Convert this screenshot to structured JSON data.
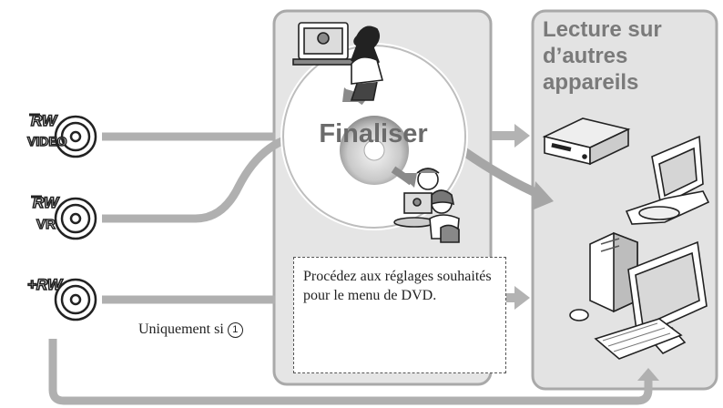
{
  "discs": [
    {
      "name": "dvd-rw-video",
      "top_text": "RW",
      "bottom_text": "VIDEO"
    },
    {
      "name": "dvd-rw-vr",
      "top_text": "RW",
      "bottom_text": "VR"
    },
    {
      "name": "dvd-plus-rw",
      "top_text": "+RW",
      "bottom_text": ""
    }
  ],
  "center": {
    "disc_label": "Finaliser",
    "note": "Procédez aux réglages souhaités pour le menu de DVD."
  },
  "playback": {
    "title_line1": "Lecture sur",
    "title_line2": "d’autres",
    "title_line3": "appareils"
  },
  "plus_rw_condition": {
    "text": "Uniquement si",
    "marker": "1"
  },
  "colors": {
    "panel_fill": "#e5e5e5",
    "panel_border": "#a9a9a9",
    "line": "#b0b0b0",
    "text_grey": "#7a7a7a",
    "disc_grey": "#9a9a9a"
  }
}
